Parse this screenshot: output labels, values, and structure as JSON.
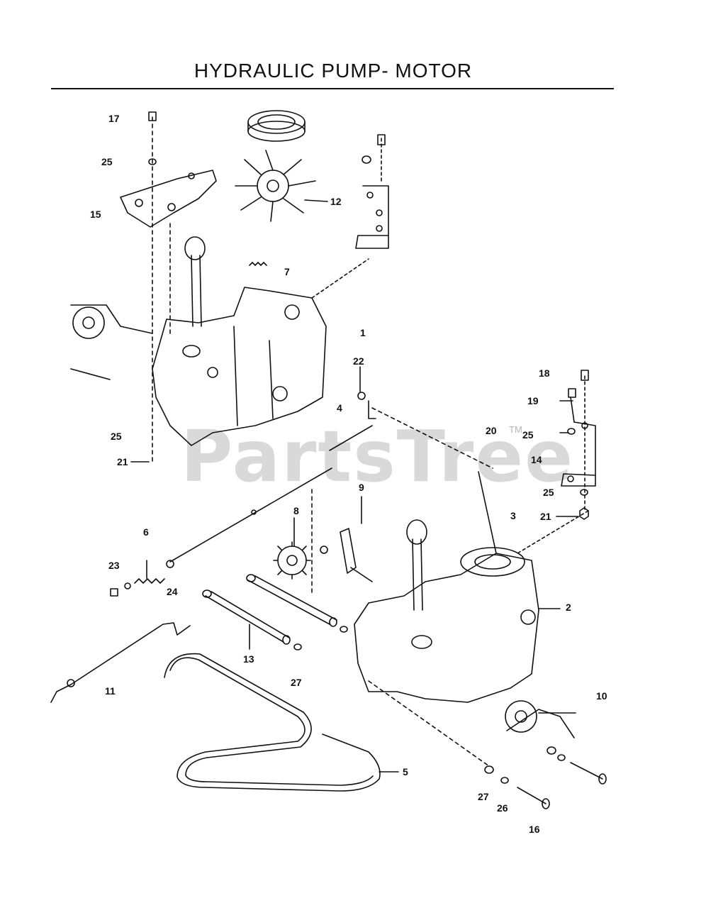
{
  "title": "HYDRAULIC PUMP- MOTOR",
  "watermark": {
    "text": "PartsTree",
    "mark": "TM"
  },
  "callouts": [
    "17",
    "25",
    "15",
    "12",
    "7",
    "1",
    "22",
    "4",
    "18",
    "19",
    "20",
    "25",
    "14",
    "25",
    "21",
    "25",
    "21",
    "3",
    "9",
    "8",
    "6",
    "23",
    "24",
    "2",
    "13",
    "27",
    "11",
    "10",
    "5",
    "27",
    "26",
    "16"
  ]
}
